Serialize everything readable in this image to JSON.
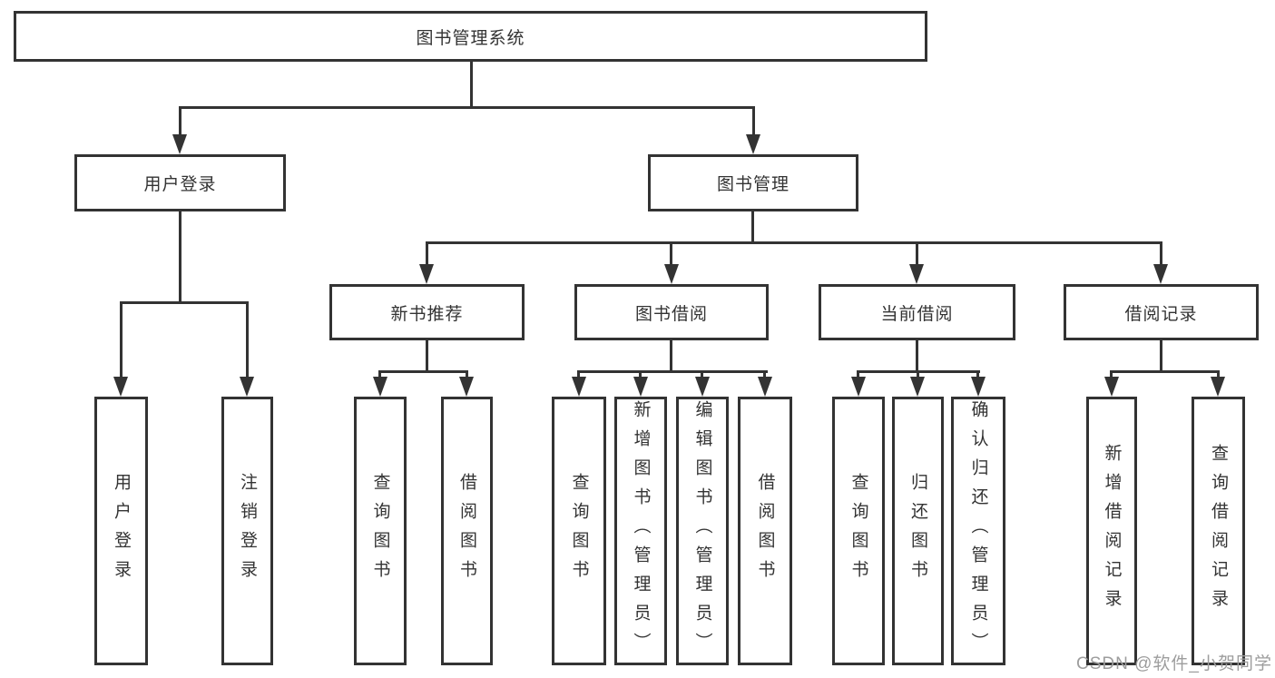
{
  "colors": {
    "line": "#333333",
    "text": "#333333",
    "watermark": "#9d9d9d",
    "background": "#ffffff"
  },
  "watermark": "CSDN @软件_小贺同学",
  "tree": {
    "label": "图书管理系统",
    "children": [
      {
        "label": "用户登录",
        "children": [
          {
            "label": "用户登录"
          },
          {
            "label": "注销登录"
          }
        ]
      },
      {
        "label": "图书管理",
        "children": [
          {
            "label": "新书推荐",
            "children": [
              {
                "label": "查询图书"
              },
              {
                "label": "借阅图书"
              }
            ]
          },
          {
            "label": "图书借阅",
            "children": [
              {
                "label": "查询图书"
              },
              {
                "label": "新增图书（管理员）"
              },
              {
                "label": "编辑图书（管理员）"
              },
              {
                "label": "借阅图书"
              }
            ]
          },
          {
            "label": "当前借阅",
            "children": [
              {
                "label": "查询图书"
              },
              {
                "label": "归还图书"
              },
              {
                "label": "确认归还（管理员）"
              }
            ]
          },
          {
            "label": "借阅记录",
            "children": [
              {
                "label": "新增借阅记录"
              },
              {
                "label": "查询借阅记录"
              }
            ]
          }
        ]
      }
    ]
  }
}
